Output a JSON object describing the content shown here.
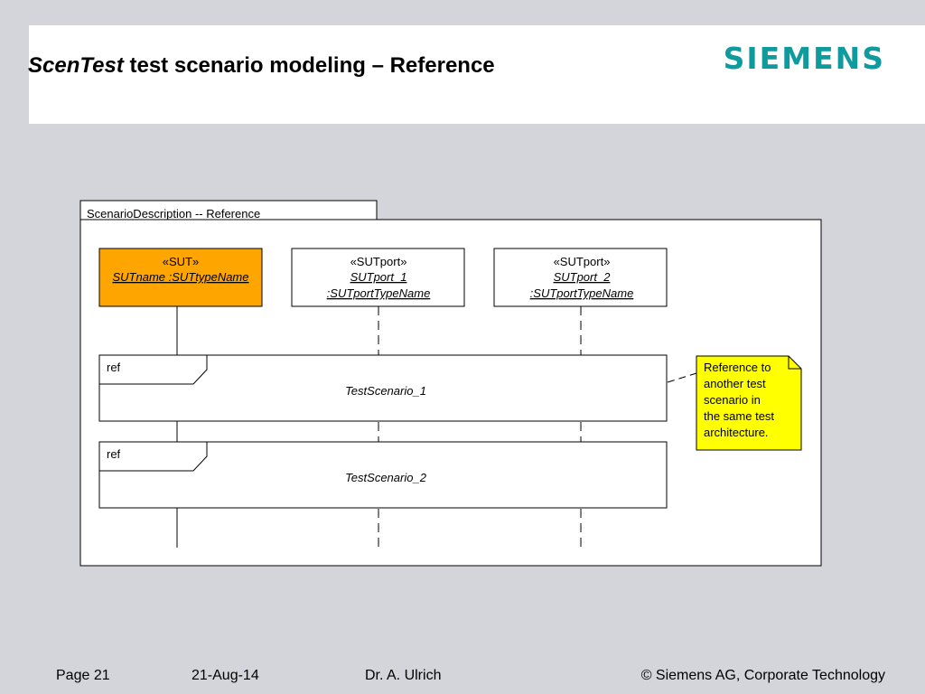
{
  "slide": {
    "title_italic": "ScenTest",
    "title_rest": " test scenario modeling – Reference",
    "logo_text": "SIEMENS",
    "logo_color": "#0f9a9e"
  },
  "diagram": {
    "frame_label": "ScenarioDescription -- Reference",
    "lifelines": [
      {
        "stereotype": "«SUT»",
        "name_line1": "SUTname :SUTtypeName",
        "name_line2": "",
        "highlighted": true,
        "fill": "#ffa500"
      },
      {
        "stereotype": "«SUTport»",
        "name_line1": "SUTport_1",
        "name_line2": ":SUTportTypeName",
        "highlighted": false,
        "fill": "#ffffff"
      },
      {
        "stereotype": "«SUTport»",
        "name_line1": "SUTport_2",
        "name_line2": ":SUTportTypeName",
        "highlighted": false,
        "fill": "#ffffff"
      }
    ],
    "refs": [
      {
        "tag": "ref",
        "name": "TestScenario_1"
      },
      {
        "tag": "ref",
        "name": "TestScenario_2"
      }
    ],
    "note": {
      "lines": [
        "Reference to",
        "another test",
        "scenario in",
        "the same test",
        "architecture."
      ],
      "fill": "#ffff00"
    }
  },
  "footer": {
    "page": "Page 21",
    "date": "21-Aug-14",
    "author": "Dr. A. Ulrich",
    "copyright": "© Siemens AG, Corporate Technology"
  }
}
